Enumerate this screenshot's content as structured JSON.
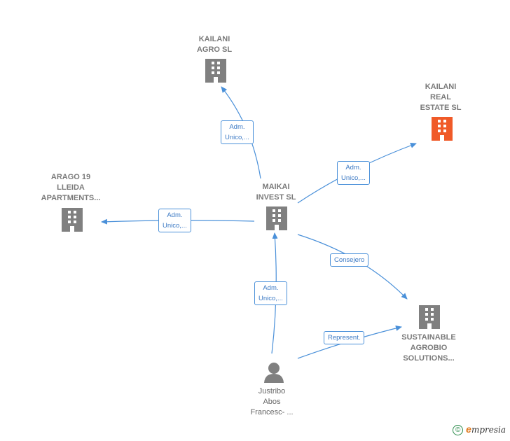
{
  "nodes": {
    "kailani_agro": {
      "lines": [
        "KAILANI",
        "AGRO  SL"
      ],
      "color": "#808080"
    },
    "kailani_real": {
      "lines": [
        "KAILANI",
        "REAL",
        "ESTATE  SL"
      ],
      "color": "#f05a28"
    },
    "arago": {
      "lines": [
        "ARAGO 19",
        "LLEIDA",
        "APARTMENTS..."
      ],
      "color": "#808080"
    },
    "maikai": {
      "lines": [
        "MAIKAI",
        "INVEST  SL"
      ],
      "color": "#808080"
    },
    "sustainable": {
      "lines": [
        "SUSTAINABLE",
        "AGROBIO",
        "SOLUTIONS..."
      ],
      "color": "#808080"
    },
    "justribo": {
      "lines": [
        "Justribo",
        "Abos",
        "Francesc- ..."
      ],
      "color": "#808080"
    }
  },
  "edges": {
    "to_agro": {
      "lines": [
        "Adm.",
        "Unico,..."
      ]
    },
    "to_real": {
      "lines": [
        "Adm.",
        "Unico,..."
      ]
    },
    "to_arago": {
      "lines": [
        "Adm.",
        "Unico,..."
      ]
    },
    "to_sustainable": {
      "lines": [
        "Consejero"
      ]
    },
    "person_to_maikai": {
      "lines": [
        "Adm.",
        "Unico,..."
      ]
    },
    "person_to_sustainable": {
      "lines": [
        "Represent."
      ]
    }
  },
  "edge_color": "#4a90d9",
  "footer": {
    "copyright": "©",
    "brand_initial": "e",
    "brand_rest": "mpresia"
  }
}
